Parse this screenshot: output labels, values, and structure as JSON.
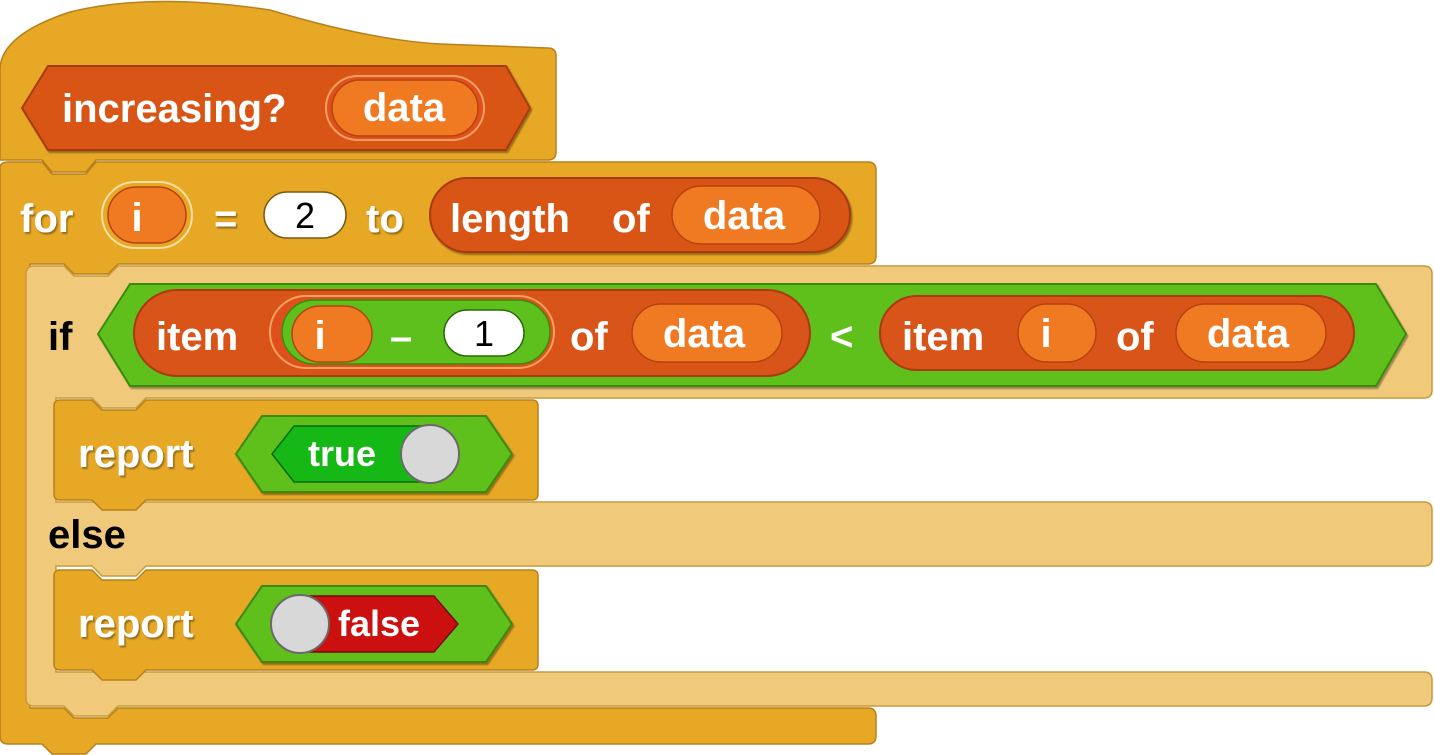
{
  "script": {
    "hat": {
      "label": "increasing?",
      "param": "data"
    },
    "for_block": {
      "keyword": "for",
      "var": "i",
      "equals": "=",
      "start": "2",
      "to": "to",
      "length_label": "length",
      "length_of": "of",
      "length_arg": "data"
    },
    "if_block": {
      "keyword": "if",
      "left_item_label": "item",
      "left_index_var": "i",
      "minus": "–",
      "minus_value": "1",
      "left_of": "of",
      "left_list": "data",
      "comparator": "<",
      "right_item_label": "item",
      "right_index_var": "i",
      "right_of": "of",
      "right_list": "data",
      "else_keyword": "else"
    },
    "report_true": {
      "keyword": "report",
      "value": "true"
    },
    "report_false": {
      "keyword": "report",
      "value": "false"
    }
  },
  "colors": {
    "control": "#e6a825",
    "control_inner": "#f0c97a",
    "variables": "#e0501c",
    "variable_reporter": "#f07a22",
    "operators": "#5ec01c",
    "true_color": "#16b816",
    "false_color": "#cc1010"
  }
}
